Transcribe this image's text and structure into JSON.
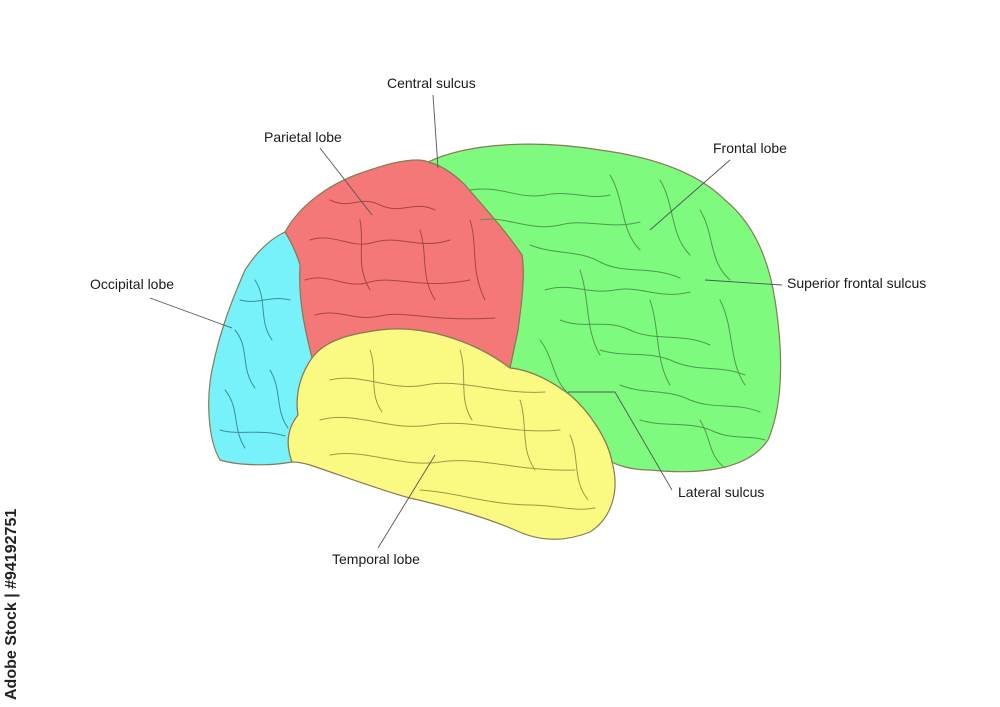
{
  "colors": {
    "frontal": "#7efa7e",
    "parietal": "#f57878",
    "occipital": "#78f2fa",
    "temporal": "#fafa82",
    "outline": "#8a7a55",
    "leader_line": "#555555"
  },
  "labels": {
    "central_sulcus": "Central sulcus",
    "parietal_lobe": "Parietal lobe",
    "frontal_lobe": "Frontal lobe",
    "occipital_lobe": "Occipital lobe",
    "superior_frontal_sulcus": "Superior frontal sulcus",
    "lateral_sulcus": "Lateral sulcus",
    "temporal_lobe": "Temporal lobe"
  },
  "watermark": {
    "stock_id": "Adobe Stock | #94192751"
  }
}
